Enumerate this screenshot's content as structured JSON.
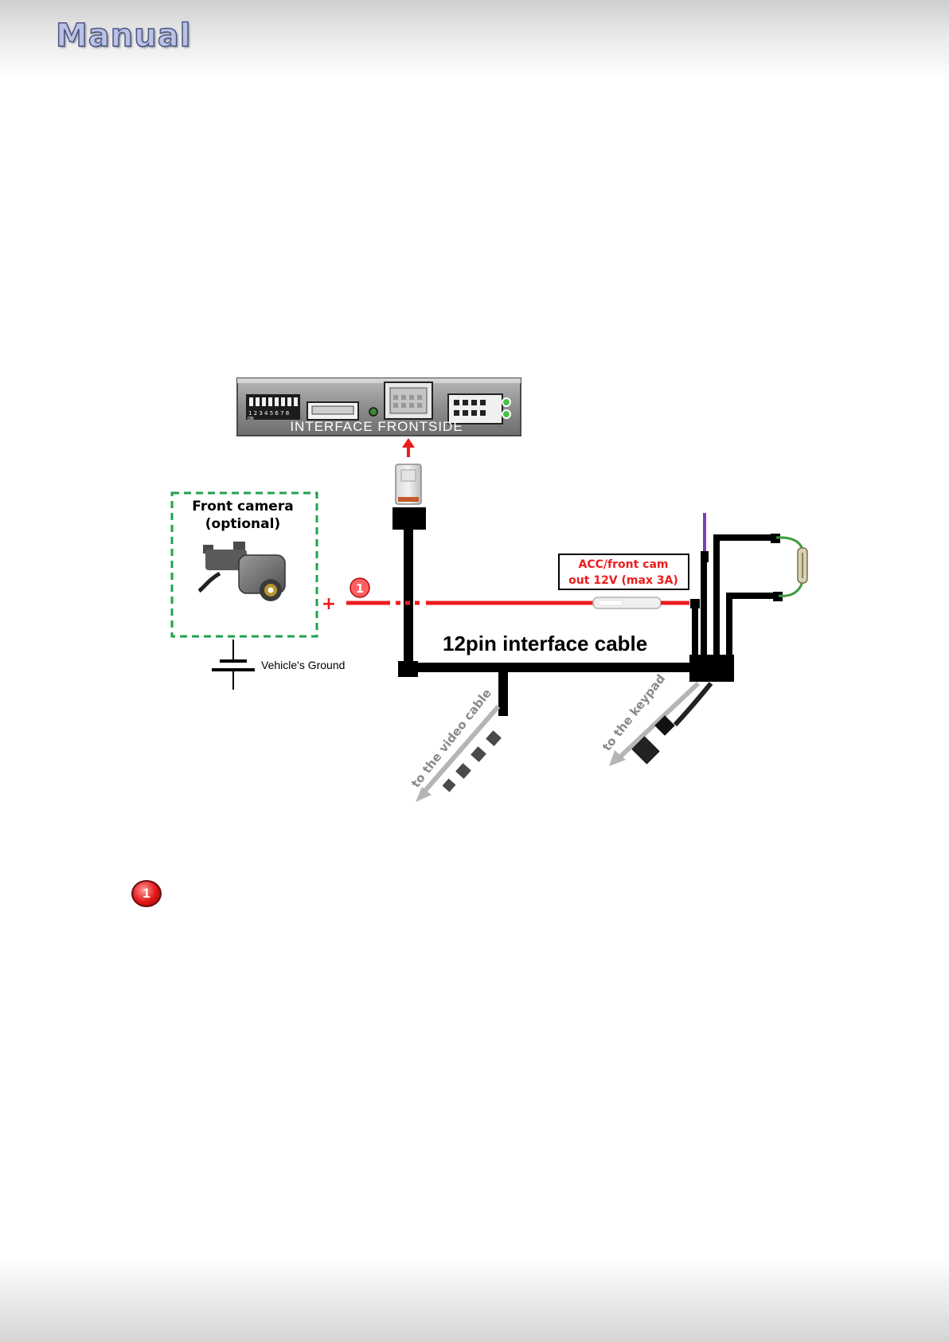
{
  "header": {
    "logo_text": "Manual"
  },
  "interface_box": {
    "label": "INTERFACE FRONTSIDE",
    "dip_numbers": "1 2 3 4 5 6 7 8",
    "dip_on": "ON"
  },
  "front_camera": {
    "title_line1": "Front camera",
    "title_line2": "(optional)",
    "plus_sign": "+"
  },
  "ground": {
    "label": "Vehicle's Ground"
  },
  "acc_label": {
    "line1": "ACC/front cam",
    "line2": "out  12V (max 3A)"
  },
  "marker": {
    "number": "1"
  },
  "cable": {
    "title": "12pin interface cable",
    "to_video": "to the video cable",
    "to_keypad": "to the keypad"
  },
  "note": {
    "number": "1"
  },
  "colors": {
    "red_wire": "#ee1c1c",
    "dash_green": "#22a04b",
    "purple_wire": "#7b3fbf",
    "green_wire": "#3d9a3d"
  }
}
